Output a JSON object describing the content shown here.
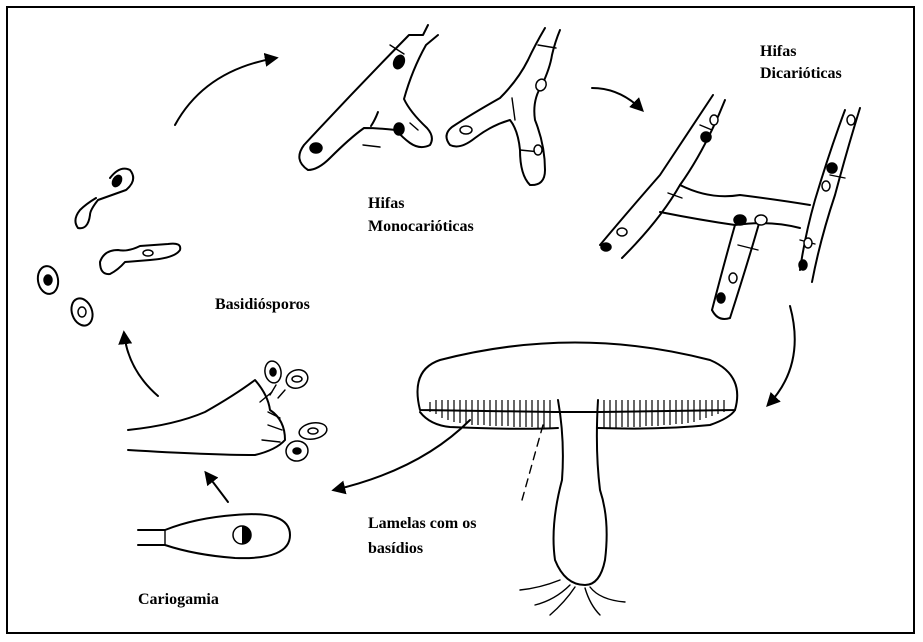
{
  "labels": {
    "monokaryotic": [
      "Hifas",
      "Monocarióticas"
    ],
    "dikaryotic": [
      "Hifas",
      "Dicarióticas"
    ],
    "basidiospores": "Basidiósporos",
    "gills": [
      "Lamelas com os",
      "basídios"
    ],
    "karyogamy": "Cariogamia"
  }
}
